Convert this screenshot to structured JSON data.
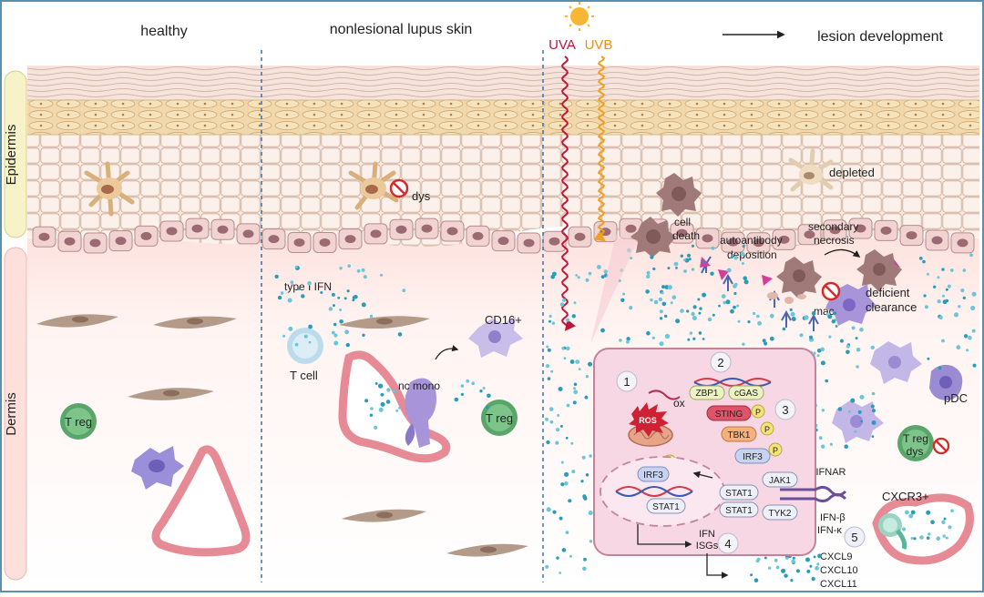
{
  "headers": {
    "healthy": "healthy",
    "nonlesional": "nonlesional lupus skin",
    "uva": "UVA",
    "uvb": "UVB",
    "lesion": "lesion development"
  },
  "side_labels": {
    "epidermis": "Epidermis",
    "dermis": "Dermis"
  },
  "healthy": {
    "treg": "T reg"
  },
  "nonlesional": {
    "dys": "dys",
    "type1ifn": "type I IFN",
    "cd16": "CD16+",
    "tcell": "T cell",
    "ncmono": "nc mono",
    "treg": "T reg"
  },
  "lesion": {
    "depleted": "depleted",
    "cell_death": [
      "cell",
      "death"
    ],
    "autoantibody": [
      "autoantibody",
      "deposition"
    ],
    "secondary_necrosis": [
      "secondary",
      "necrosis"
    ],
    "deficient_clearance": [
      "deficient",
      "clearance"
    ],
    "mac": "mac",
    "pdc": "pDC",
    "treg": "T reg",
    "dys": "dys",
    "ifnar": "IFNAR",
    "ifn_b": "IFN-β",
    "ifn_k": "IFN-κ",
    "cxcr3": "CXCR3+",
    "chemokines": [
      "CXCL9",
      "CXCL10",
      "CXCL11"
    ],
    "step5": "5"
  },
  "inset": {
    "steps": [
      "1",
      "2",
      "3",
      "4"
    ],
    "ros": "ROS",
    "ox": "ox",
    "zbp1": "ZBP1",
    "cgas": "cGAS",
    "sting": "STING",
    "tbk1": "TBK1",
    "irf3": "IRF3",
    "p": "P",
    "jak1": "JAK1",
    "tyk2": "TYK2",
    "stat1": "STAT1",
    "ifn": "IFN",
    "isgs": "ISGs"
  }
}
